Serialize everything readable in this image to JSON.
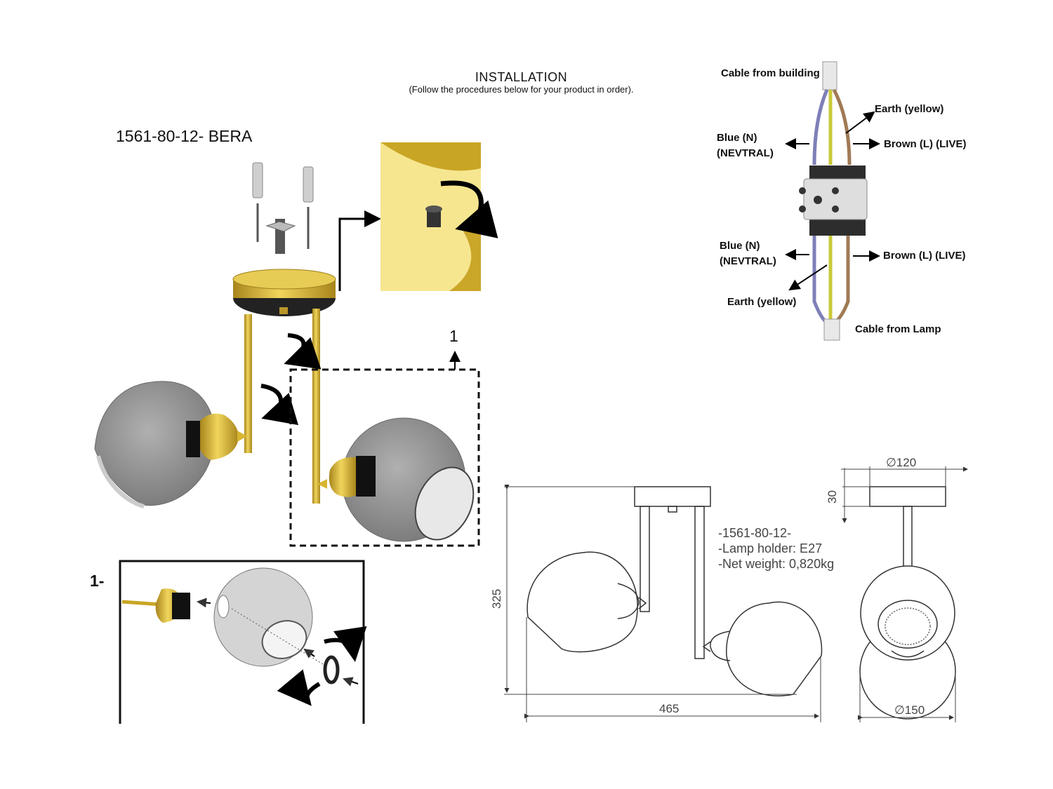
{
  "header": {
    "title": "INSTALLATION",
    "subtitle": "(Follow the procedures below for your product in order)."
  },
  "model": {
    "title": "1561-80-12- BERA"
  },
  "steps": {
    "callout_number": "1",
    "detail_label": "1-"
  },
  "wiring": {
    "cable_from_building": "Cable from building",
    "earth_top": "Earth (yellow)",
    "blue_top_line1": "Blue (N)",
    "blue_top_line2": "(NEVTRAL)",
    "brown_top": "Brown (L) (LIVE)",
    "blue_bottom_line1": "Blue (N)",
    "blue_bottom_line2": "(NEVTRAL)",
    "brown_bottom": "Brown (L) (LIVE)",
    "earth_bottom": "Earth (yellow)",
    "cable_from_lamp": "Cable from Lamp"
  },
  "specs": {
    "line1": "-1561-80-12-",
    "line2": "-Lamp holder: E27",
    "line3": "-Net weight: 0,820kg"
  },
  "dimensions": {
    "canopy_diameter": "∅120",
    "canopy_height": "30",
    "total_height": "325",
    "total_width": "465",
    "globe_diameter": "∅150"
  },
  "colors": {
    "brass": "#d8b531",
    "glass": "#8c8c8c",
    "wire_blue": "#7f7fb8",
    "wire_yellow": "#c9c93a",
    "wire_brown": "#a07a55"
  }
}
